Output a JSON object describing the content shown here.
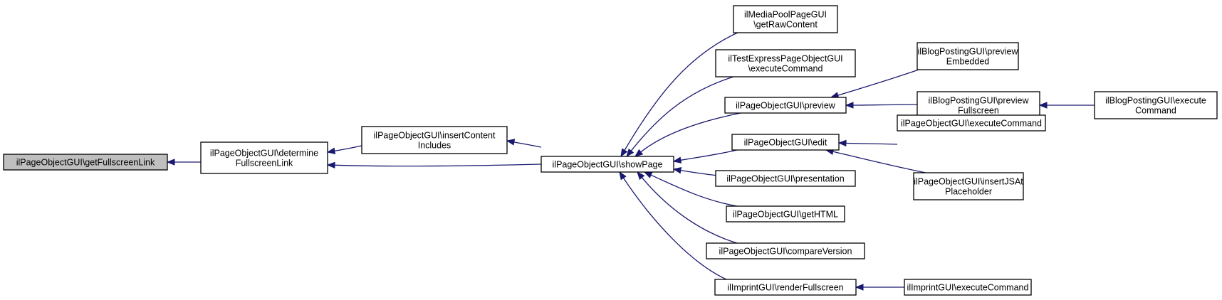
{
  "nodes": [
    {
      "id": "getFullscreenLink",
      "lines": [
        "ilPageObjectGUI\\getFullscreenLink"
      ],
      "highlighted": true
    },
    {
      "id": "determineFullscreenLink",
      "lines": [
        "ilPageObjectGUI\\determine",
        "FullscreenLink"
      ]
    },
    {
      "id": "insertContentIncludes",
      "lines": [
        "ilPageObjectGUI\\insertContent",
        "Includes"
      ]
    },
    {
      "id": "showPage",
      "lines": [
        "ilPageObjectGUI\\showPage"
      ]
    },
    {
      "id": "getRawContent",
      "lines": [
        "ilMediaPoolPageGUI",
        "\\getRawContent"
      ]
    },
    {
      "id": "testExpressExecute",
      "lines": [
        "ilTestExpressPageObjectGUI",
        "\\executeCommand"
      ]
    },
    {
      "id": "preview",
      "lines": [
        "ilPageObjectGUI\\preview"
      ]
    },
    {
      "id": "edit",
      "lines": [
        "ilPageObjectGUI\\edit"
      ]
    },
    {
      "id": "presentation",
      "lines": [
        "ilPageObjectGUI\\presentation"
      ]
    },
    {
      "id": "getHTML",
      "lines": [
        "ilPageObjectGUI\\getHTML"
      ]
    },
    {
      "id": "compareVersion",
      "lines": [
        "ilPageObjectGUI\\compareVersion"
      ]
    },
    {
      "id": "renderFullscreen",
      "lines": [
        "ilImprintGUI\\renderFullscreen"
      ]
    },
    {
      "id": "blogPreviewEmbedded",
      "lines": [
        "ilBlogPostingGUI\\preview",
        "Embedded"
      ]
    },
    {
      "id": "blogPreviewFullscreen",
      "lines": [
        "ilBlogPostingGUI\\preview",
        "Fullscreen"
      ]
    },
    {
      "id": "blogExecute",
      "lines": [
        "ilBlogPostingGUI\\execute",
        "Command"
      ]
    },
    {
      "id": "pageObjExecute",
      "lines": [
        "ilPageObjectGUI\\executeCommand"
      ]
    },
    {
      "id": "insertJSAtPlaceholder",
      "lines": [
        "ilPageObjectGUI\\insertJSAt",
        "Placeholder"
      ]
    },
    {
      "id": "imprintExecute",
      "lines": [
        "ilImprintGUI\\executeCommand"
      ]
    }
  ],
  "edges": [
    {
      "from": "determineFullscreenLink",
      "to": "getFullscreenLink"
    },
    {
      "from": "insertContentIncludes",
      "to": "determineFullscreenLink"
    },
    {
      "from": "showPage",
      "to": "determineFullscreenLink"
    },
    {
      "from": "showPage",
      "to": "insertContentIncludes"
    },
    {
      "from": "getRawContent",
      "to": "showPage"
    },
    {
      "from": "testExpressExecute",
      "to": "showPage"
    },
    {
      "from": "preview",
      "to": "showPage"
    },
    {
      "from": "edit",
      "to": "showPage"
    },
    {
      "from": "presentation",
      "to": "showPage"
    },
    {
      "from": "getHTML",
      "to": "showPage"
    },
    {
      "from": "compareVersion",
      "to": "showPage"
    },
    {
      "from": "renderFullscreen",
      "to": "showPage"
    },
    {
      "from": "blogPreviewEmbedded",
      "to": "preview"
    },
    {
      "from": "blogPreviewFullscreen",
      "to": "preview"
    },
    {
      "from": "blogExecute",
      "to": "blogPreviewFullscreen"
    },
    {
      "from": "pageObjExecute",
      "to": "edit"
    },
    {
      "from": "insertJSAtPlaceholder",
      "to": "edit"
    },
    {
      "from": "imprintExecute",
      "to": "renderFullscreen"
    }
  ],
  "colors": {
    "edge": "#191970",
    "highlighted_fill": "#bfbfbf",
    "node_fill": "#ffffff",
    "node_border": "#000000"
  }
}
